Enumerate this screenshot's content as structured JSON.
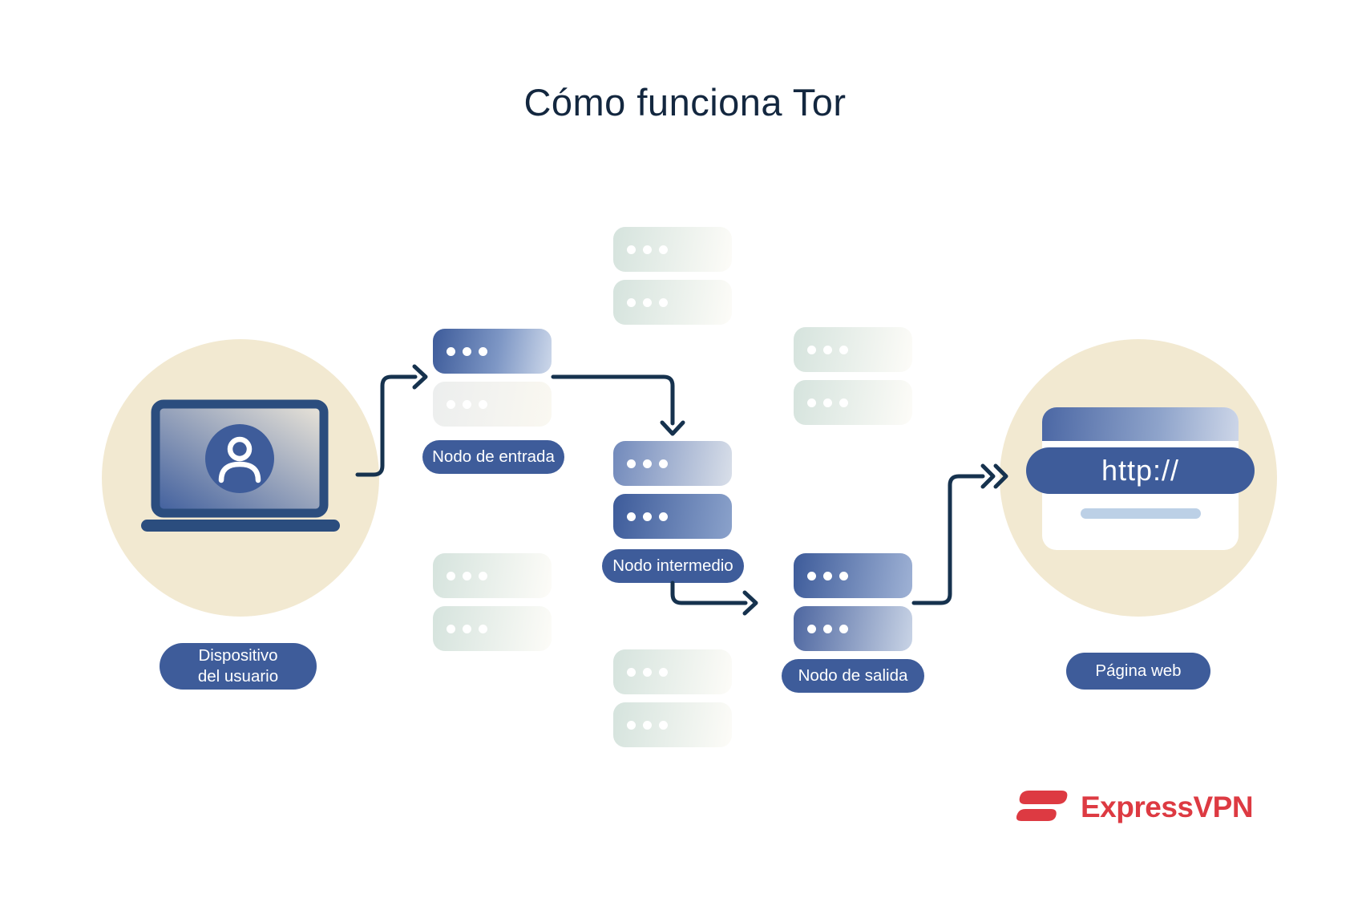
{
  "title": "Cómo funciona Tor",
  "device": {
    "label_line1": "Dispositivo",
    "label_line2": "del usuario"
  },
  "nodes": {
    "entry": {
      "label": "Nodo de entrada"
    },
    "middle": {
      "label": "Nodo intermedio"
    },
    "exit": {
      "label": "Nodo de salida"
    }
  },
  "webpage": {
    "url": "http://",
    "label": "Página web"
  },
  "brand": {
    "name": "ExpressVPN"
  },
  "icons": {
    "laptop": "laptop-icon",
    "user_avatar": "user-avatar-icon",
    "server": "server-icon",
    "flow_arrows": "flow-arrow",
    "brand_mark": "expressvpn-logo-icon"
  },
  "colors": {
    "accent_blue": "#3e5c9a",
    "navy": "#16324e",
    "cream_circle": "#f2e9d1",
    "inactive_server": "#d5e3dd",
    "brand_red": "#dd3a42",
    "title_text": "#13273f"
  }
}
